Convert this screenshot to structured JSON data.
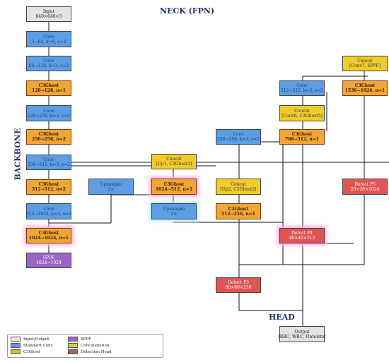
{
  "titles": {
    "neck": "NECK (FPN)",
    "backbone": "BACKBONE",
    "head": "HEAD"
  },
  "nodes": {
    "input": {
      "l1": "Input",
      "l2": "640×640×3"
    },
    "conv1": {
      "l1": "Conv",
      "l2": "3→64, k=6, s=2"
    },
    "conv2": {
      "l1": "Conv",
      "l2": "64→128, k=3, s=2"
    },
    "ghost1": {
      "l1": "C3Ghost",
      "l2": "128→128, n=1"
    },
    "conv3": {
      "l1": "Conv",
      "l2": "128→256, k=3, s=2"
    },
    "ghost2": {
      "l1": "C3Ghost",
      "l2": "256→256, n=2"
    },
    "conv4": {
      "l1": "Conv",
      "l2": "256→512, k=3, s=2"
    },
    "ghost3": {
      "l1": "C3Ghost",
      "l2": "512→512, n=2"
    },
    "conv5": {
      "l1": "Conv",
      "l2": "512→1024, k=3, s=2"
    },
    "ghost4": {
      "l1": "C3Ghost",
      "l2": "1024→1024, n=1"
    },
    "sppf": {
      "l1": "SPPF",
      "l2": "1024→1024"
    },
    "up1": {
      "l1": "Upsample",
      "l2": "2×"
    },
    "concat1": {
      "l1": "Concat",
      "l2": "[Up1, C3Ghost3]"
    },
    "ghost5": {
      "l1": "C3Ghost",
      "l2": "1024→512, n=1"
    },
    "up2": {
      "l1": "Upsample",
      "l2": "2×"
    },
    "conv6": {
      "l1": "Conv",
      "l2": "256→256, k=3, s=2"
    },
    "concat2": {
      "l1": "Concat",
      "l2": "[Up2, C3Ghost2]"
    },
    "ghost6": {
      "l1": "C3Ghost",
      "l2": "512→256, n=1"
    },
    "detect3": {
      "l1": "Detect P3",
      "l2": "80×80×256"
    },
    "conv7": {
      "l1": "Conv",
      "l2": "512→512, k=3, s=2"
    },
    "concat3": {
      "l1": "Concat",
      "l2": "[Conv6, C3Ghost5]"
    },
    "ghost7": {
      "l1": "C3Ghost",
      "l2": "768→512, n=1"
    },
    "detect4": {
      "l1": "Detect P4",
      "l2": "40×40×512"
    },
    "concat4": {
      "l1": "Concat",
      "l2": "[Conv7, SPPF]"
    },
    "ghost8": {
      "l1": "C3Ghost",
      "l2": "1536→1024, n=1"
    },
    "detect5": {
      "l1": "Detect P5",
      "l2": "20×20×1024"
    },
    "output": {
      "l1": "Output",
      "l2": "[RBC, WBC, Platelets]"
    }
  },
  "legend": {
    "io": "Input/Output",
    "conv": "Standard Conv",
    "ghost": "C3Ghost",
    "sppf": "SPPF",
    "concat": "Concatenation",
    "detect": "Detection Head"
  },
  "colors": {
    "io": "#e3e3e3",
    "conv": "#5b9ee6",
    "ghost": "#f0a636",
    "sppf": "#9a66c6",
    "concat": "#f0cc2a",
    "detect": "#e15454",
    "title": "#1f3264"
  }
}
